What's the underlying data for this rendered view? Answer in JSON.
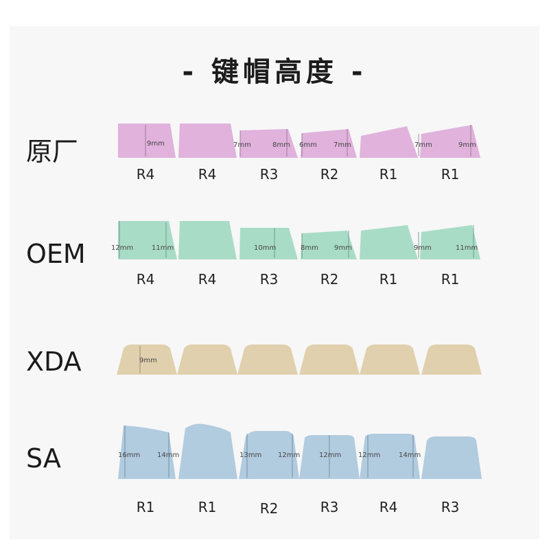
{
  "title": "- 键帽高度 -",
  "rows": [
    {
      "name": "原厂",
      "color": "#e0b2dc",
      "rows_labels": [
        "R4",
        "R4",
        "R3",
        "R2",
        "R1",
        "R1"
      ],
      "dims": [
        "9mm",
        "7mm",
        "8mm",
        "6mm",
        "7mm",
        "7mm",
        "9mm"
      ]
    },
    {
      "name": "OEM",
      "color": "#a9dcc6",
      "rows_labels": [
        "R4",
        "R4",
        "R3",
        "R2",
        "R1",
        "R1"
      ],
      "dims": [
        "12mm",
        "11mm",
        "10mm",
        "8mm",
        "9mm",
        "9mm",
        "11mm"
      ]
    },
    {
      "name": "XDA",
      "color": "#e1d0ae",
      "rows_labels": [],
      "dims": [
        "9mm"
      ]
    },
    {
      "name": "SA",
      "color": "#b1cbdf",
      "rows_labels": [
        "R1",
        "R1",
        "R2",
        "R3",
        "R4",
        "R3"
      ],
      "dims": [
        "16mm",
        "14mm",
        "13mm",
        "12mm",
        "12mm",
        "12mm",
        "14mm"
      ]
    }
  ]
}
